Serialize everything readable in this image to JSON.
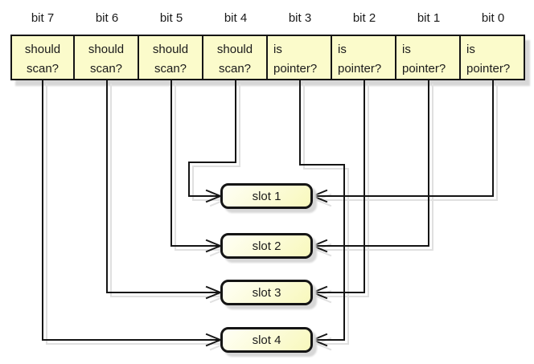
{
  "colors": {
    "box_fill": "#fbfbcb",
    "slot_fill_top": "#fffff6",
    "slot_fill_bottom": "#f8f8bc",
    "line": "#151515",
    "line_shadow": "#e0e0e0",
    "shadow_fill": "#d7d7d7",
    "text": "#1a1a1a"
  },
  "bits": [
    {
      "label": "bit 7",
      "question": "should\nscan?"
    },
    {
      "label": "bit 6",
      "question": "should\nscan?"
    },
    {
      "label": "bit 5",
      "question": "should\nscan?"
    },
    {
      "label": "bit 4",
      "question": "should\nscan?"
    },
    {
      "label": "bit 3",
      "question": "is\npointer?"
    },
    {
      "label": "bit 2",
      "question": "is\npointer?"
    },
    {
      "label": "bit 1",
      "question": "is\npointer?"
    },
    {
      "label": "bit 0",
      "question": "is\npointer?"
    }
  ],
  "slots": [
    {
      "label": "slot 1"
    },
    {
      "label": "slot 2"
    },
    {
      "label": "slot 3"
    },
    {
      "label": "slot 4"
    }
  ],
  "connections": [
    {
      "from": "bit 4",
      "to": "slot 1",
      "side": "left"
    },
    {
      "from": "bit 5",
      "to": "slot 2",
      "side": "left"
    },
    {
      "from": "bit 6",
      "to": "slot 3",
      "side": "left"
    },
    {
      "from": "bit 7",
      "to": "slot 4",
      "side": "left"
    },
    {
      "from": "bit 0",
      "to": "slot 1",
      "side": "right"
    },
    {
      "from": "bit 1",
      "to": "slot 2",
      "side": "right"
    },
    {
      "from": "bit 2",
      "to": "slot 3",
      "side": "right"
    },
    {
      "from": "bit 3",
      "to": "slot 4",
      "side": "right"
    }
  ]
}
